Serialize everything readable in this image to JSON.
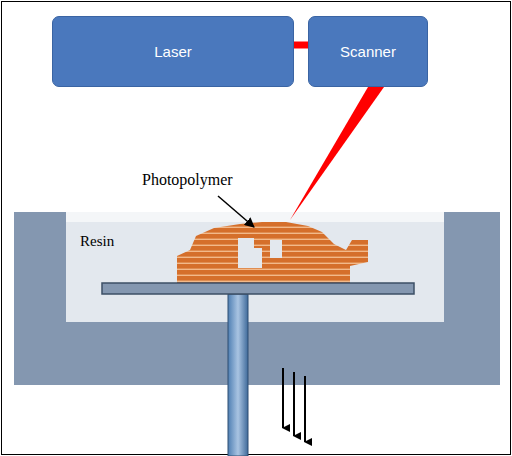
{
  "diagram": {
    "nodes": [
      {
        "text": [
          "Laser"
        ]
      },
      {
        "text": [
          "Scanner"
        ]
      }
    ],
    "edges": [
      {
        "from": 0,
        "to": 1,
        "arrow": "none"
      }
    ],
    "labels": [
      "Photopolymer",
      "Resin"
    ]
  }
}
